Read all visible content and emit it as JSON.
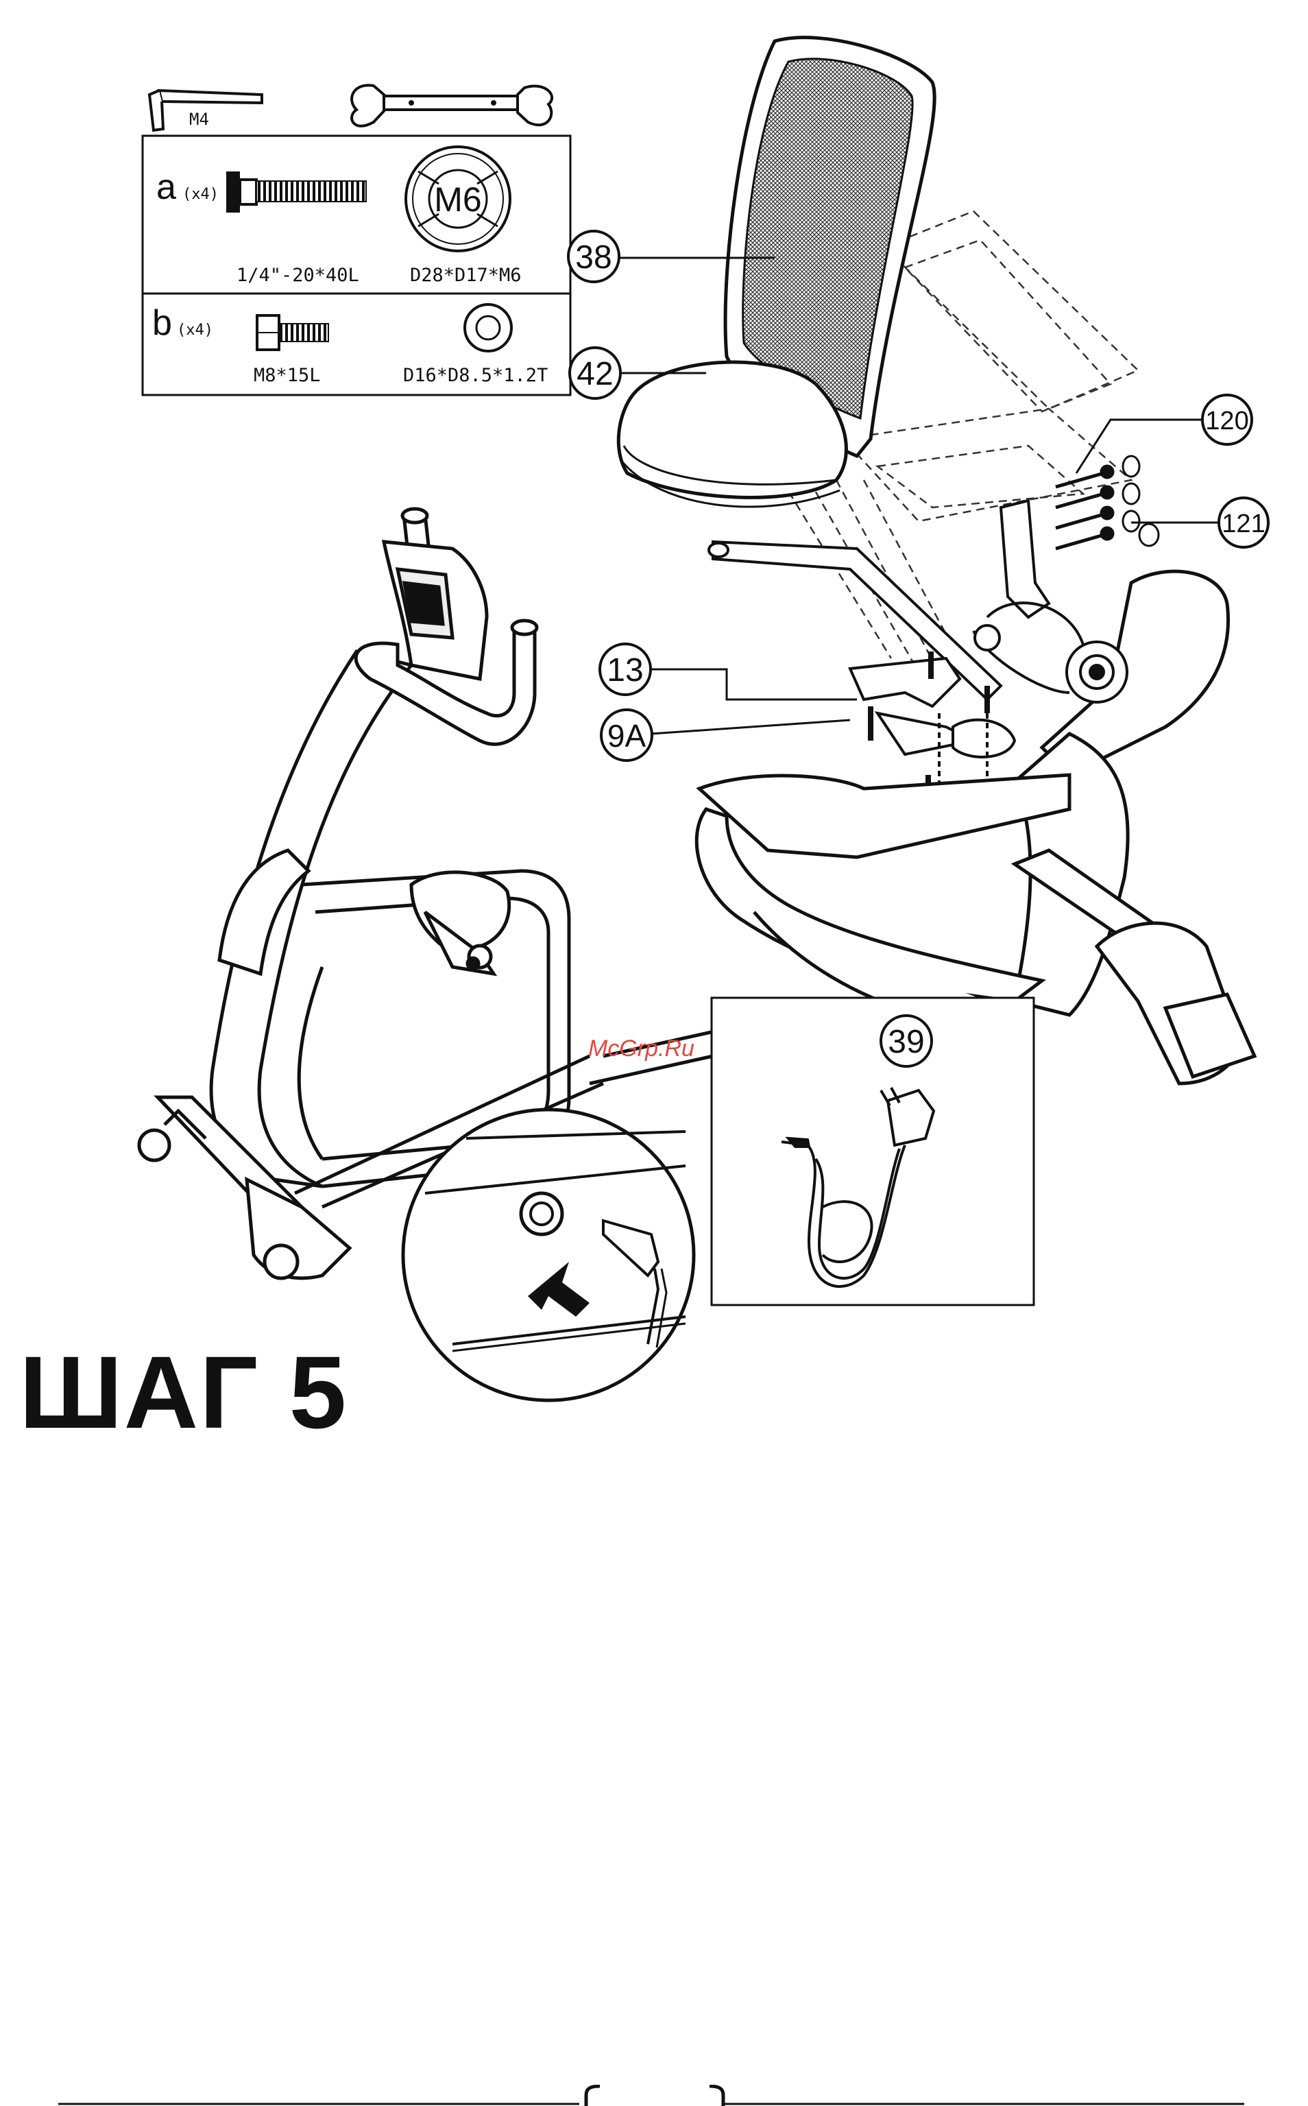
{
  "tools": {
    "allen_key_label": "M4"
  },
  "hardware": {
    "a": {
      "letter": "a",
      "qty": "(x4)",
      "bolt_spec": "1/4\"-20*40L",
      "washer_mark": "M6",
      "washer_spec": "D28*D17*M6"
    },
    "b": {
      "letter": "b",
      "qty": "(x4)",
      "bolt_spec": "M8*15L",
      "washer_spec": "D16*D8.5*1.2T"
    }
  },
  "callouts": {
    "backrest": "38",
    "seat": "42",
    "bolts": "120",
    "caps": "121",
    "bracket": "13",
    "screw": "9A",
    "adapter": "39"
  },
  "watermark": "McGrp.Ru",
  "step_title": "ШАГ 5",
  "colors": {
    "ink": "#111111",
    "watermark": "#e0483c"
  }
}
